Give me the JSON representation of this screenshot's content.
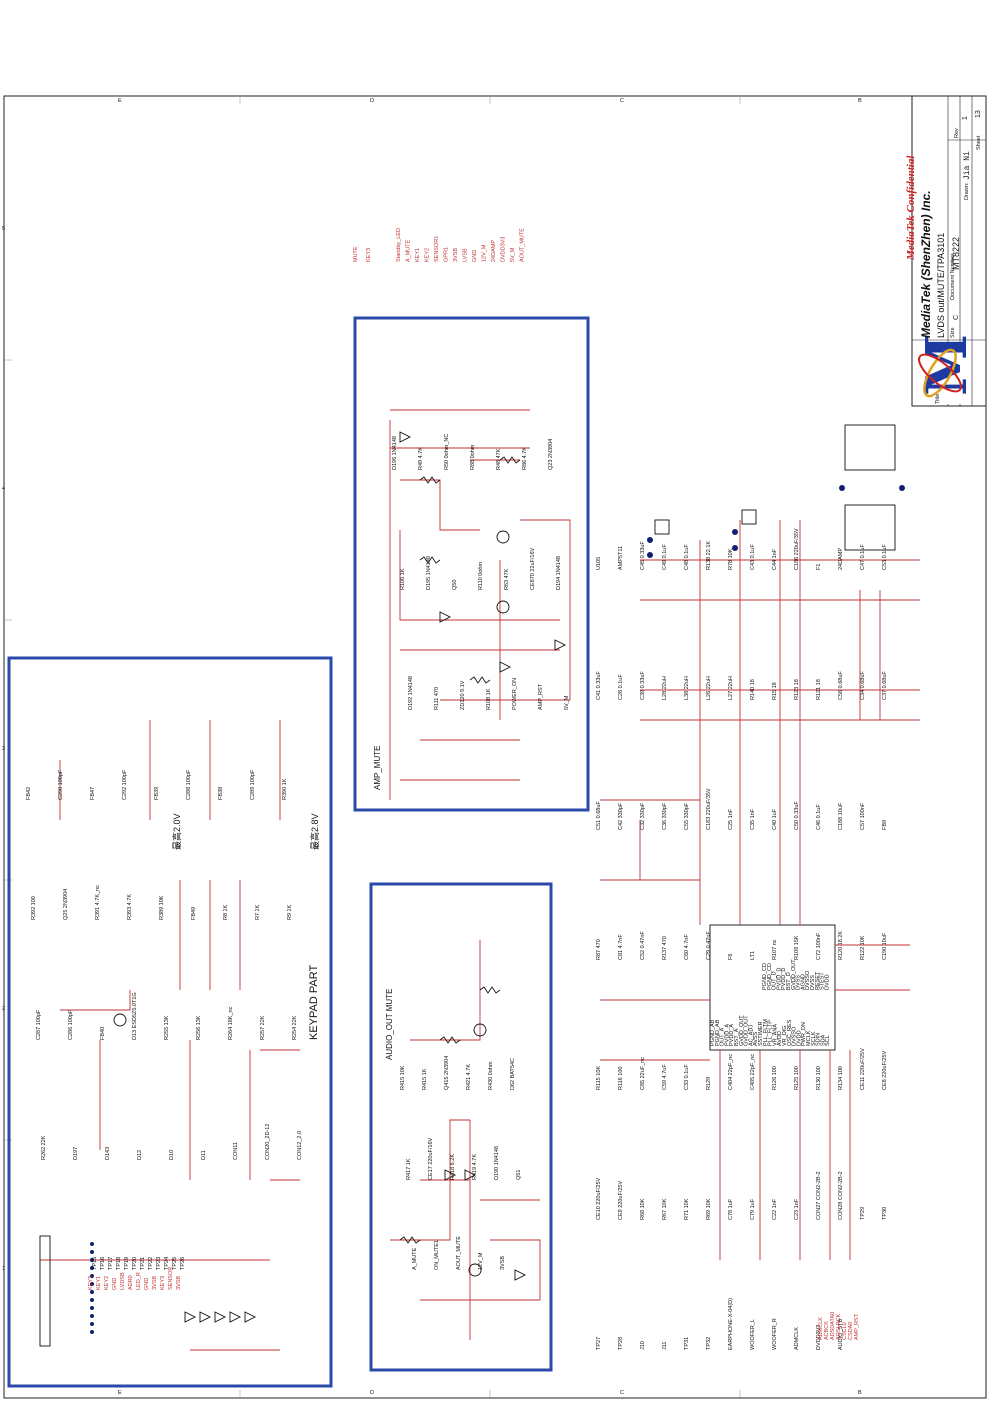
{
  "sections": {
    "keypad": "KEYPAD PART",
    "amp_mute": "AMP_MUTE",
    "audio_out_mute": "AUDIO_OUT MUTE"
  },
  "notes": {
    "max_2v0": "最高2.0V",
    "max_2v8": "最高2.8V"
  },
  "title_block": {
    "company": "MediaTek (ShenZhen) Inc.",
    "confidential": "MediaTek Confidential",
    "title": "LVDS out/MUTE/TPA3101",
    "doc_number": "MT8222",
    "drawn": "Jia Ni",
    "size": "C",
    "rev": "1",
    "sheet": "13",
    "size_label": "Size",
    "doc_label": "Document Number",
    "drawn_label": "Drawn:",
    "sheet_label": "Sheet",
    "rev_label": "Rev",
    "title_label": "Title"
  },
  "offpage_labels": [
    "MUTE",
    "KEY3",
    "Standby_LED",
    "A_MUTE",
    "KEY1",
    "KEY2",
    "SENSOR1",
    "GPR1",
    "3VSB",
    "LVSB",
    "GND",
    "12V_M",
    "24DAMP",
    "DVDD3V3",
    "5V_M",
    "AOUT_MUTE"
  ],
  "amp_mute_parts": [
    "D196 1N4148",
    "R49 4.7K",
    "R50 0ohm_NC",
    "R88 0ohm",
    "R48 47K",
    "R86 4.7K",
    "Q23 2N3904",
    "R106 1K",
    "D195 1N4148",
    "Q50",
    "R110 0ohm",
    "R63 47K",
    "CE870 22uF/16V",
    "D194 1N4148",
    "D192 1N4148",
    "R111 470",
    "ZD120 9.1V",
    "R108 1K",
    "POWER_ON",
    "AMP_RST",
    "5V_M"
  ],
  "audio_mute_parts": [
    "R415 10K",
    "R415 1K",
    "Q415 2N3904",
    "R421 4.7K",
    "R430 0ohm",
    "D62 BAT54C",
    "R417 1K",
    "CE17 220uF/16V",
    "R418 8.2K",
    "R419 4.7K",
    "D190 1N4148",
    "Q51",
    "A_MUTE",
    "ON_MUTE1",
    "AOUT_MUTE",
    "12V_M",
    "3VSB"
  ],
  "keypad_parts": [
    "FB42",
    "C290 100pF",
    "FB47",
    "C292 100pF",
    "FB39",
    "C288 100pF",
    "FB38",
    "C289 100pF",
    "R390 1K",
    "R392 100",
    "Q25 2N3904",
    "R391 4.7K_nc",
    "R393 4.7K",
    "R389 10K",
    "FB49",
    "R8 1K",
    "R7 1K",
    "R9 1K",
    "C287 100pF",
    "C286 100pF",
    "FB40",
    "D13 ESD5Z5.0T1G",
    "R255 13K",
    "R256 13K",
    "R264 18K_nc",
    "R257 22K",
    "R254 22K",
    "R262 22K",
    "D197",
    "D143",
    "D12",
    "D10",
    "D11",
    "CON11",
    "CON20_2D-12",
    "CON12_2.0"
  ],
  "tp_labels": [
    "TP15",
    "TP16",
    "TP17",
    "TP18",
    "TP19",
    "TP20",
    "TP21",
    "TP22",
    "TP23",
    "TP24",
    "TP25",
    "TP26"
  ],
  "tp_signals": [
    "KEY3",
    "KEY1",
    "KEY2",
    "GND",
    "LVDSB",
    "ADR0",
    "LED_R",
    "GND",
    "3VSB",
    "KEY3",
    "SENSOR",
    "3VSB"
  ],
  "amp_parts": [
    "U105",
    "AMP5T11",
    "C45 0.33uF",
    "C49 0.1uF",
    "C48 0.1uF",
    "R138 22.1K",
    "R78 10K",
    "C43 0.1uF",
    "C44 1nF",
    "C186 220uF/35V",
    "F1",
    "24DAMP",
    "C47 0.1uF",
    "C53 0.1uF",
    "C41 0.33uF",
    "C28 0.1uF",
    "C39 0.33uF",
    "L28 22uH",
    "L38 22uH",
    "L26 22uH",
    "L27 22uH",
    "R140 18",
    "R15 18",
    "R123 18",
    "R121 18",
    "C56 0.68uF",
    "C34 0.68uF",
    "C37 0.68uF",
    "C51 0.68uF",
    "C42 330pF",
    "C32 330pF",
    "C36 330pF",
    "C55 330pF",
    "C183 220uF/35V",
    "C25 1nF",
    "C35 1nF",
    "C40 1uF",
    "C50 0.33uF",
    "C46 0.1uF",
    "C188 10uF",
    "C57 100nF",
    "FB9",
    "R87 470",
    "C81 4.7nF",
    "C52 0.47nF",
    "R137 470",
    "C60 4.7nF",
    "C29 0.47uF",
    "F6",
    "LT1",
    "R107 nc",
    "R109 15K",
    "C72 100nF",
    "R120 18.2K",
    "R122 10K",
    "C190 10uF",
    "R115 10K",
    "R116 100",
    "C85 22uF_nc",
    "C59 4.7uF",
    "C33 0.1uF",
    "R129",
    "C404 22pF_nc",
    "C405 22pF_nc",
    "R126 100",
    "R125 100",
    "R130 100",
    "R134 100",
    "CE11 220uF/25V",
    "CE8 220uF/25V",
    "CE10 220uF/25V",
    "CE9 220uF/25V",
    "R68 10K",
    "R67 10K",
    "R71 10K",
    "R69 10K",
    "C78 1uF",
    "C79 1uF",
    "C22 1nF",
    "C23 1nF",
    "CON27 CON2-2B-2",
    "CON28 CON2-2B-2",
    "TP29",
    "TP30",
    "TP27",
    "TP28",
    "J10",
    "J11",
    "TP31",
    "TP32",
    "EARPHONE-X-04(D)",
    "WOOFER_L",
    "WOOFER_R",
    "ADMCLK",
    "DVDD3V3",
    "AUDIO_STB"
  ],
  "u105_pins_left": [
    "PGND_AB",
    "PGND_AB",
    "OUT_A",
    "PVDD_A",
    "PVDD_A",
    "BST_A",
    "GVDD_OUT",
    "GVDD_OUT",
    "AC_ADJ",
    "AVSS",
    "SSTIMER",
    "PLL_FLTM",
    "PLL_FLTP",
    "VR_ANA",
    "AVDD",
    "VR_DIG",
    "OSC_RES",
    "DVSSO",
    "DVDD",
    "PWR_DN",
    "MCLK",
    "SCLK",
    "SDIN",
    "SDA",
    "SCL"
  ],
  "u105_pins_right": [
    "PGND_CD",
    "PGND_CD",
    "OUT_D",
    "PVDD_D",
    "PVDD_D",
    "BST_D",
    "GVDD_OUT",
    "DVSS",
    "AGND",
    "DVSSO",
    "DVSS",
    "RESET",
    "STEST",
    "DVDD"
  ],
  "sidebar_nets": [
    "ADMCLK",
    "ACBCK",
    "ADSDATA0",
    "AOSLRCK",
    "CSCL0",
    "CSDA0",
    "AMP_RST"
  ]
}
